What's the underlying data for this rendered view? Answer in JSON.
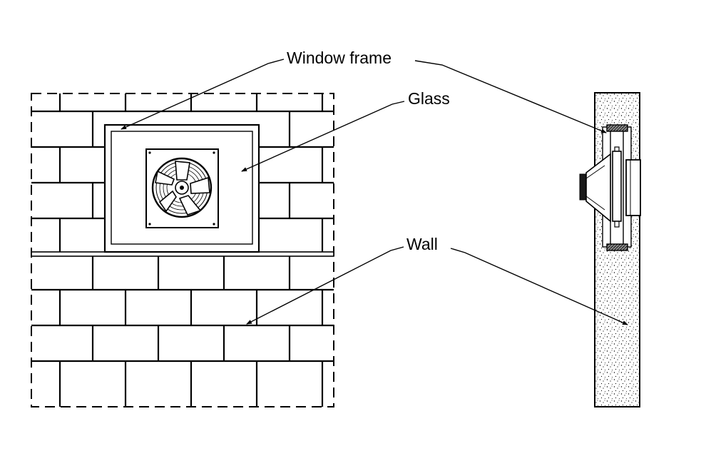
{
  "labels": {
    "window_frame": "Window frame",
    "glass": "Glass",
    "wall": "Wall"
  },
  "colors": {
    "line": "#000000",
    "background": "#ffffff",
    "frame_band": "#808080"
  },
  "icons": [
    "axial-fan-icon"
  ]
}
